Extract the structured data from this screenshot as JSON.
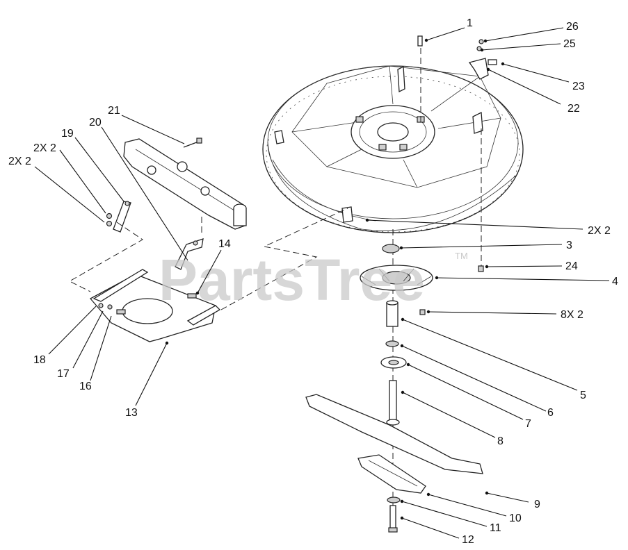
{
  "watermark": {
    "text": "PartsTree",
    "mark": "TM"
  },
  "callouts": {
    "c1": "1",
    "c26": "26",
    "c25": "25",
    "c23": "23",
    "c22": "22",
    "c21": "21",
    "c20": "20",
    "c19": "19",
    "c2x2_a": "2X 2",
    "c2x2_b": "2X 2",
    "c14": "14",
    "c2x2_c": "2X 2",
    "c3": "3",
    "c24": "24",
    "c4": "4",
    "c8x2": "8X 2",
    "c5": "5",
    "c6": "6",
    "c7": "7",
    "c8": "8",
    "c18": "18",
    "c17": "17",
    "c16": "16",
    "c13": "13",
    "c9": "9",
    "c10": "10",
    "c11": "11",
    "c12": "12"
  }
}
